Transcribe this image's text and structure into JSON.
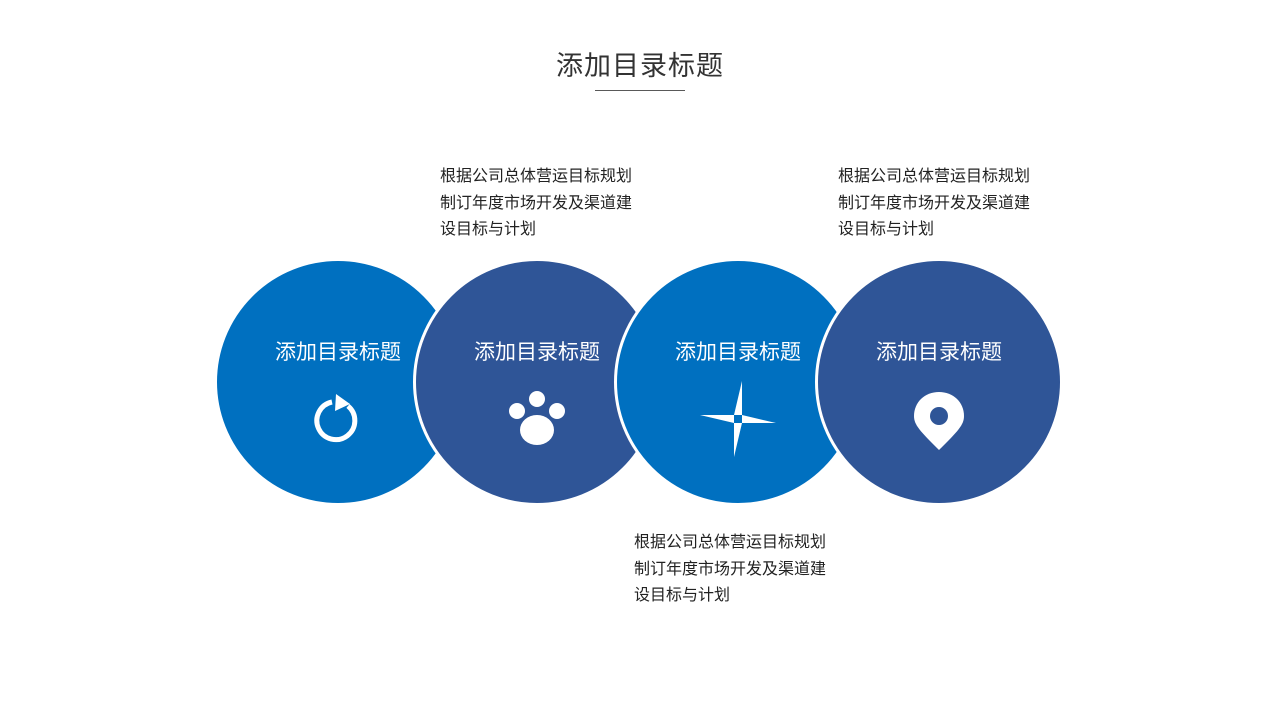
{
  "header": {
    "title": "添加目录标题"
  },
  "colors": {
    "blue": "#0070C0",
    "navy": "#2F5597"
  },
  "items": [
    {
      "label": "添加目录标题",
      "icon": "refresh-icon",
      "color": "#0070C0"
    },
    {
      "label": "添加目录标题",
      "icon": "paw-icon",
      "color": "#2F5597"
    },
    {
      "label": "添加目录标题",
      "icon": "pinwheel-icon",
      "color": "#0070C0"
    },
    {
      "label": "添加目录标题",
      "icon": "location-pin-icon",
      "color": "#2F5597"
    }
  ],
  "descriptions": [
    {
      "lines": [
        "根据公司总体营运目标规划",
        "制订年度市场开发及渠道建",
        "设目标与计划"
      ]
    },
    {
      "lines": [
        "根据公司总体营运目标规划",
        "制订年度市场开发及渠道建",
        "设目标与计划"
      ]
    },
    {
      "lines": [
        "根据公司总体营运目标规划",
        "制订年度市场开发及渠道建",
        "设目标与计划"
      ]
    }
  ]
}
